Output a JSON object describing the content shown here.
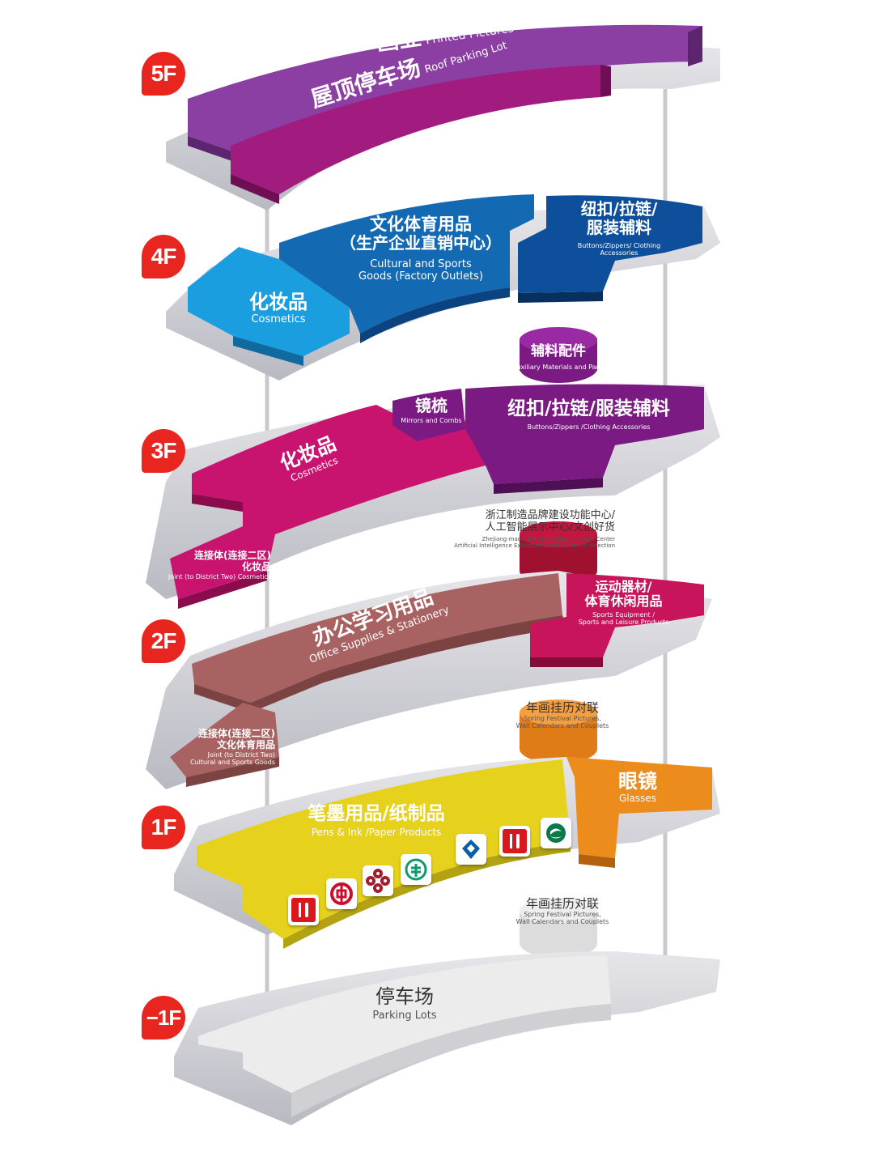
{
  "floors": {
    "f5": {
      "badge": "5F",
      "pictures": {
        "cn": "画业",
        "en": "Printed Pictures"
      },
      "roof": {
        "cn": "屋顶停车场",
        "en": "Roof Parking Lot"
      }
    },
    "f4": {
      "badge": "4F",
      "cosmetics": {
        "cn": "化妆品",
        "en": "Cosmetics"
      },
      "culture": {
        "cn1": "文化体育用品",
        "cn2": "（生产企业直销中心）",
        "en1": "Cultural and Sports",
        "en2": "Goods (Factory Outlets)"
      },
      "buttons": {
        "cn1": "纽扣/拉链/",
        "cn2": "服装辅料",
        "en1": "Buttons/Zippers/ Clothing",
        "en2": "Accessories"
      }
    },
    "f3": {
      "badge": "3F",
      "auxiliary": {
        "cn": "辅料配件",
        "en": "Auxiliary Materials and Parts"
      },
      "mirrors": {
        "cn": "镜梳",
        "en": "Mirrors and Combs"
      },
      "buttons": {
        "cn": "纽扣/拉链/服装辅料",
        "en": "Buttons/Zippers /Clothing Accessories"
      },
      "cosmetics": {
        "cn": "化妆品",
        "en": "Cosmetics"
      },
      "joint": {
        "cn1": "连接体(连接二区)",
        "cn2": "化妆品",
        "en": "Joint (to District Two) Cosmetics"
      },
      "brand": {
        "cn1": "浙江制造品牌建设功能中心/",
        "cn2": "人工智能展示中心/文创好货",
        "en1": "Zhejiang-made Brand Building Function Center",
        "en2": "Artificial Intelligence Exhibition Center/Cultural Selection"
      }
    },
    "f2": {
      "badge": "2F",
      "office": {
        "cn": "办公学习用品",
        "en": "Office Supplies & Stationery"
      },
      "sports": {
        "cn1": "运动器材/",
        "cn2": "体育休闲用品",
        "en1": "Sports Equipment /",
        "en2": "Sports and Leisure Products"
      },
      "joint": {
        "cn1": "连接体(连接二区)",
        "cn2": "文化体育用品",
        "en1": "Joint (to District Two)",
        "en2": "Cultural and Sports Goods"
      },
      "festival": {
        "cn": "年画挂历对联",
        "en1": "Spring Festival Pictures,",
        "en2": "Wall Calendars and Couplets"
      }
    },
    "f1": {
      "badge": "1F",
      "pens": {
        "cn": "笔墨用品/纸制品",
        "en": "Pens & Ink /Paper Products"
      },
      "glasses": {
        "cn": "眼镜",
        "en": "Glasses"
      },
      "festival": {
        "cn": "年画挂历对联",
        "en1": "Spring Festival Pictures,",
        "en2": "Wall Calendars and Couplets"
      }
    },
    "fb1": {
      "badge": "−1F",
      "parking": {
        "cn": "停车场",
        "en": "Parking Lots"
      }
    }
  },
  "icons": [
    "restaurant-icon",
    "bank-of-china-icon",
    "icbc-icon",
    "abc-bank-icon",
    "ccb-bank-icon",
    "restaurant-icon",
    "zj-bank-icon"
  ],
  "colors": {
    "badge": "#e8261f",
    "f5_pictures": "#8b3fa3",
    "f5_roof": "#a21b7f",
    "f4_cosmetics": "#1b9ee0",
    "f4_culture": "#1469b3",
    "f4_buttons": "#0d4f9a",
    "f3_main": "#c8146f",
    "f3_buttons": "#7a1a82",
    "f2_main": "#a96262",
    "f2_sports": "#c8145a",
    "f1_main": "#e6d21c",
    "f1_glasses": "#ec8c1d",
    "fb1_main": "#e9e9e9",
    "base": "#d9d9de"
  }
}
